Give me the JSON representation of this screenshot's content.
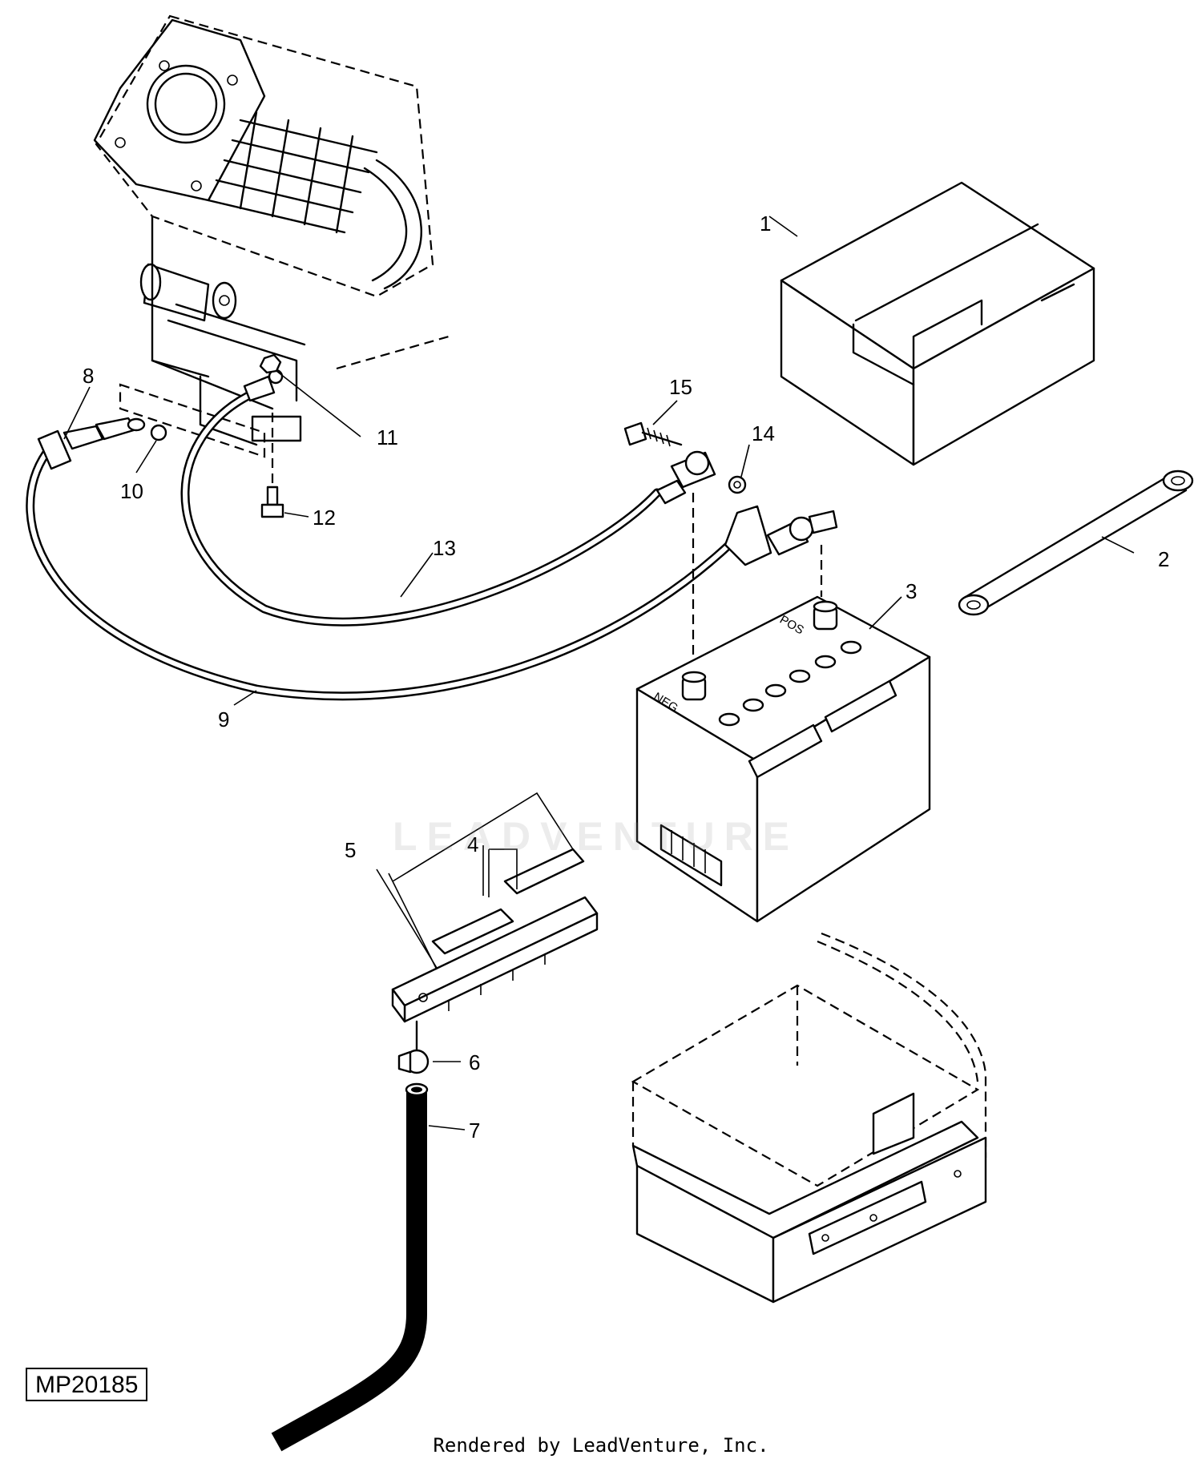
{
  "diagram": {
    "id_label": "MP20185",
    "credit": "Rendered by LeadVenture, Inc.",
    "watermark": "LEADVENTURE",
    "terminal_labels": {
      "negative": "NEG",
      "positive": "POS"
    },
    "callouts": [
      {
        "key": "c1",
        "text": "1"
      },
      {
        "key": "c2",
        "text": "2"
      },
      {
        "key": "c3",
        "text": "3"
      },
      {
        "key": "c4",
        "text": "4"
      },
      {
        "key": "c5",
        "text": "5"
      },
      {
        "key": "c6",
        "text": "6"
      },
      {
        "key": "c7",
        "text": "7"
      },
      {
        "key": "c8",
        "text": "8"
      },
      {
        "key": "c9",
        "text": "9"
      },
      {
        "key": "c10",
        "text": "10"
      },
      {
        "key": "c11",
        "text": "11"
      },
      {
        "key": "c12",
        "text": "12"
      },
      {
        "key": "c13",
        "text": "13"
      },
      {
        "key": "c14",
        "text": "14"
      },
      {
        "key": "c15",
        "text": "15"
      }
    ]
  }
}
